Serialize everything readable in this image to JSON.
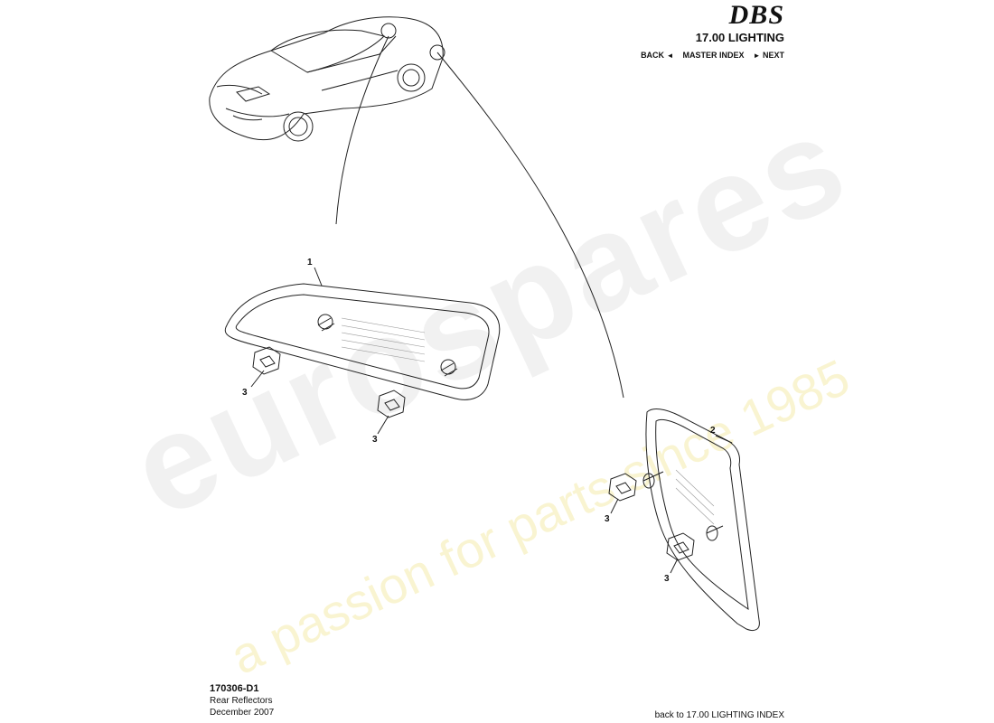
{
  "header": {
    "logo": "DBS",
    "section_title": "17.00 LIGHTING",
    "nav": {
      "back": "BACK",
      "master_index": "MASTER INDEX",
      "next": "NEXT"
    }
  },
  "callouts": {
    "reflector_left": "1",
    "reflector_right": "2",
    "nut_1": "3",
    "nut_2": "3",
    "nut_3": "3",
    "nut_4": "3"
  },
  "footer": {
    "code": "170306-D1",
    "title": "Rear Reflectors",
    "date": "December 2007",
    "back_link": "back to 17.00 LIGHTING INDEX"
  },
  "watermark": {
    "main": "eurospares",
    "sub": "a passion for parts since 1985"
  }
}
